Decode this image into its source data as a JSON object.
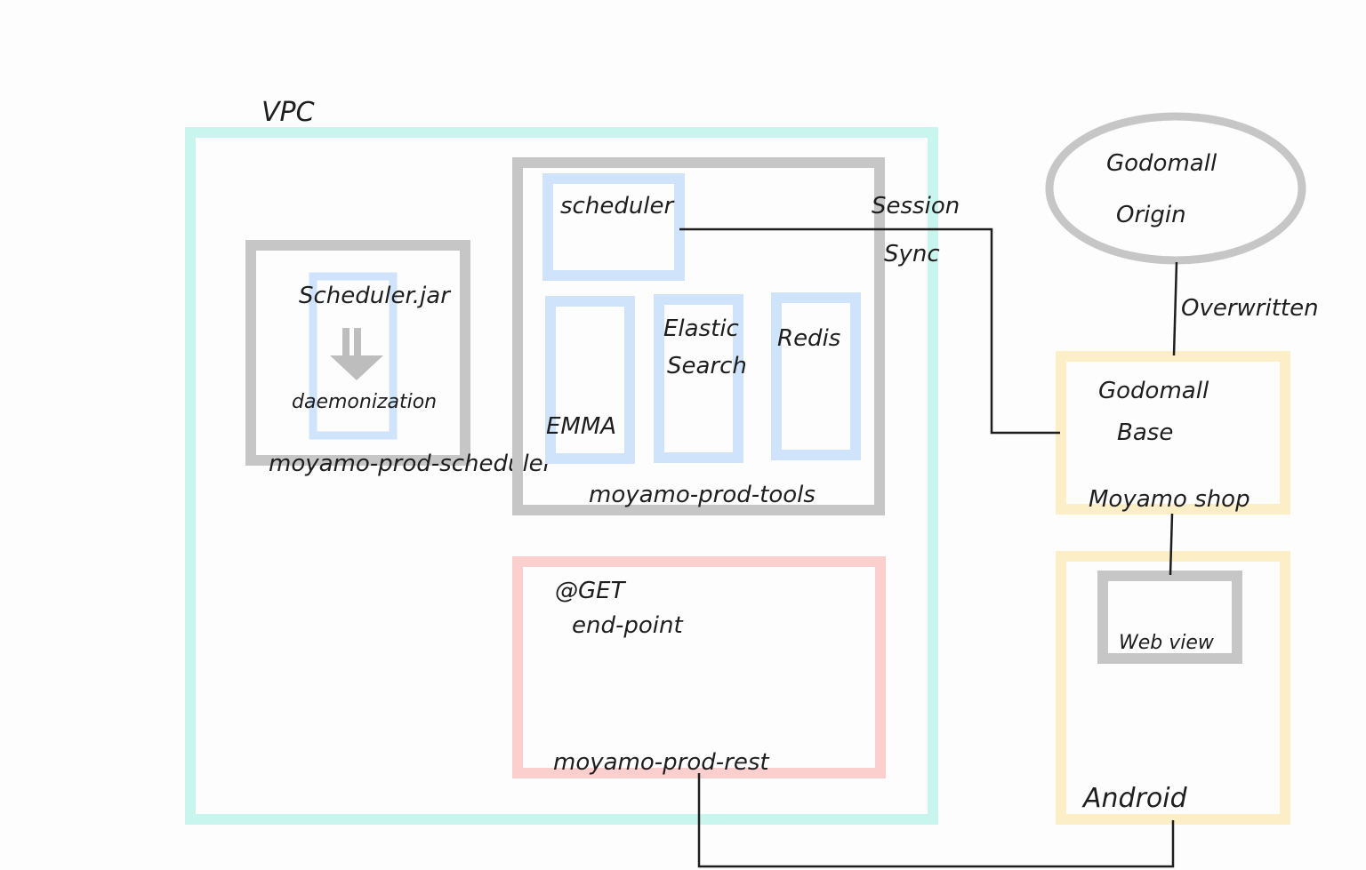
{
  "diagram": {
    "vpc_label": "VPC",
    "scheduler_server": {
      "jar_label": "Scheduler.jar",
      "daemonize_label": "daemonization",
      "name": "moyamo-prod-scheduler"
    },
    "tools_server": {
      "scheduler_label": "scheduler",
      "emma_label": "EMMA",
      "elastic_line1": "Elastic",
      "elastic_line2": "Search",
      "redis_label": "Redis",
      "name": "moyamo-prod-tools"
    },
    "rest_server": {
      "get_line1": "@GET",
      "get_line2": "end-point",
      "name": "moyamo-prod-rest"
    },
    "godomall_origin": {
      "line1": "Godomall",
      "line2": "Origin"
    },
    "godomall_base": {
      "line1": "Godomall",
      "line2": "Base",
      "name": "Moyamo shop"
    },
    "android": {
      "webview_label": "Web view",
      "name": "Android"
    },
    "edges": {
      "session_sync_line1": "Session",
      "session_sync_line2": "Sync",
      "overwritten": "Overwritten"
    },
    "colors": {
      "vpc_border": "#c8f5ee",
      "server_border": "#c6c6c6",
      "service_border": "#cfe4fb",
      "rest_border": "#fccfcf",
      "external_border": "#fcefc8",
      "line": "#1e1e1e",
      "text": "#1e1e1e"
    }
  }
}
